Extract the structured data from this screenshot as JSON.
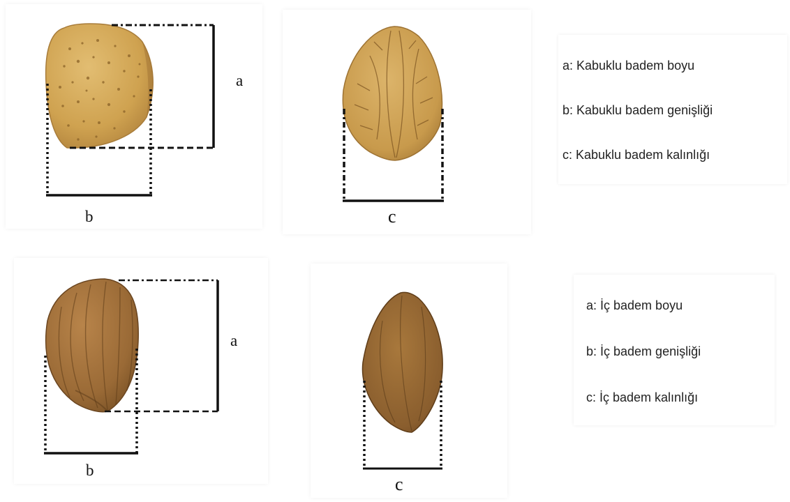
{
  "in_shell": {
    "labels": {
      "length": "a",
      "width": "b",
      "thickness": "c"
    },
    "legend": [
      "a: Kabuklu badem boyu",
      "b: Kabuklu badem genişliği",
      "c: Kabuklu badem kalınlığı"
    ]
  },
  "kernel": {
    "labels": {
      "length": "a",
      "width": "b",
      "thickness": "c"
    },
    "legend": [
      "a: İç badem boyu",
      "b: İç badem genişliği",
      "c: İç badem kalınlığı"
    ]
  },
  "colors": {
    "shell": "#d4a95c",
    "shell_dark": "#b08542",
    "kernel": "#a0703a",
    "kernel_dark": "#6e4a22",
    "line": "#111111"
  }
}
